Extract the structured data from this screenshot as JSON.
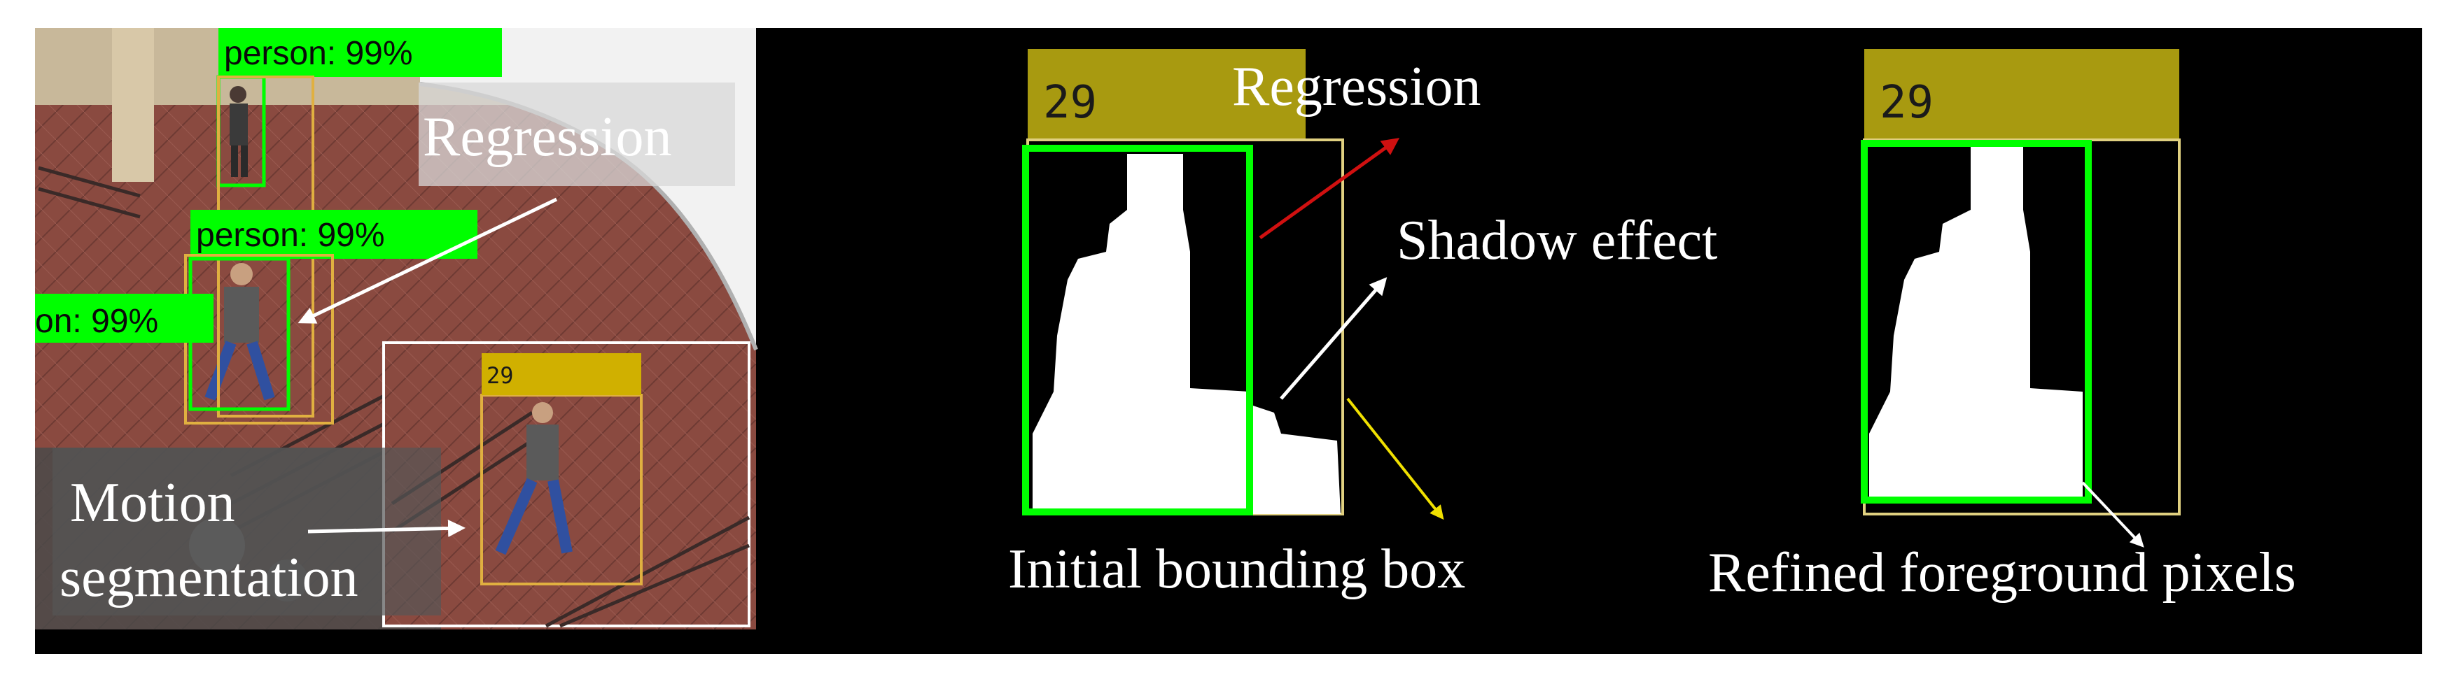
{
  "scene": {
    "detections": [
      {
        "label": "person: 99%"
      },
      {
        "label": "person: 99%"
      },
      {
        "label": "on: 99%"
      }
    ],
    "regression_label": "Regression",
    "motion_label_line1": "Motion",
    "motion_label_line2": "segmentation",
    "inset_track_id": "29"
  },
  "masks": {
    "initial": {
      "track_id": "29",
      "regression_label": "Regression",
      "shadow_label": "Shadow effect",
      "caption": "Initial bounding box"
    },
    "refined": {
      "track_id": "29",
      "caption": "Refined foreground pixels"
    }
  },
  "colors": {
    "detection_green": "#00ff00",
    "track_box": "#e0b040",
    "track_header": "#a89a10",
    "regression_arrow": "#d01010",
    "shadow_arrow": "#ffffff",
    "down_arrow": "#f0e000",
    "panel_bg": "#000000",
    "floor": "#8a4a40"
  }
}
